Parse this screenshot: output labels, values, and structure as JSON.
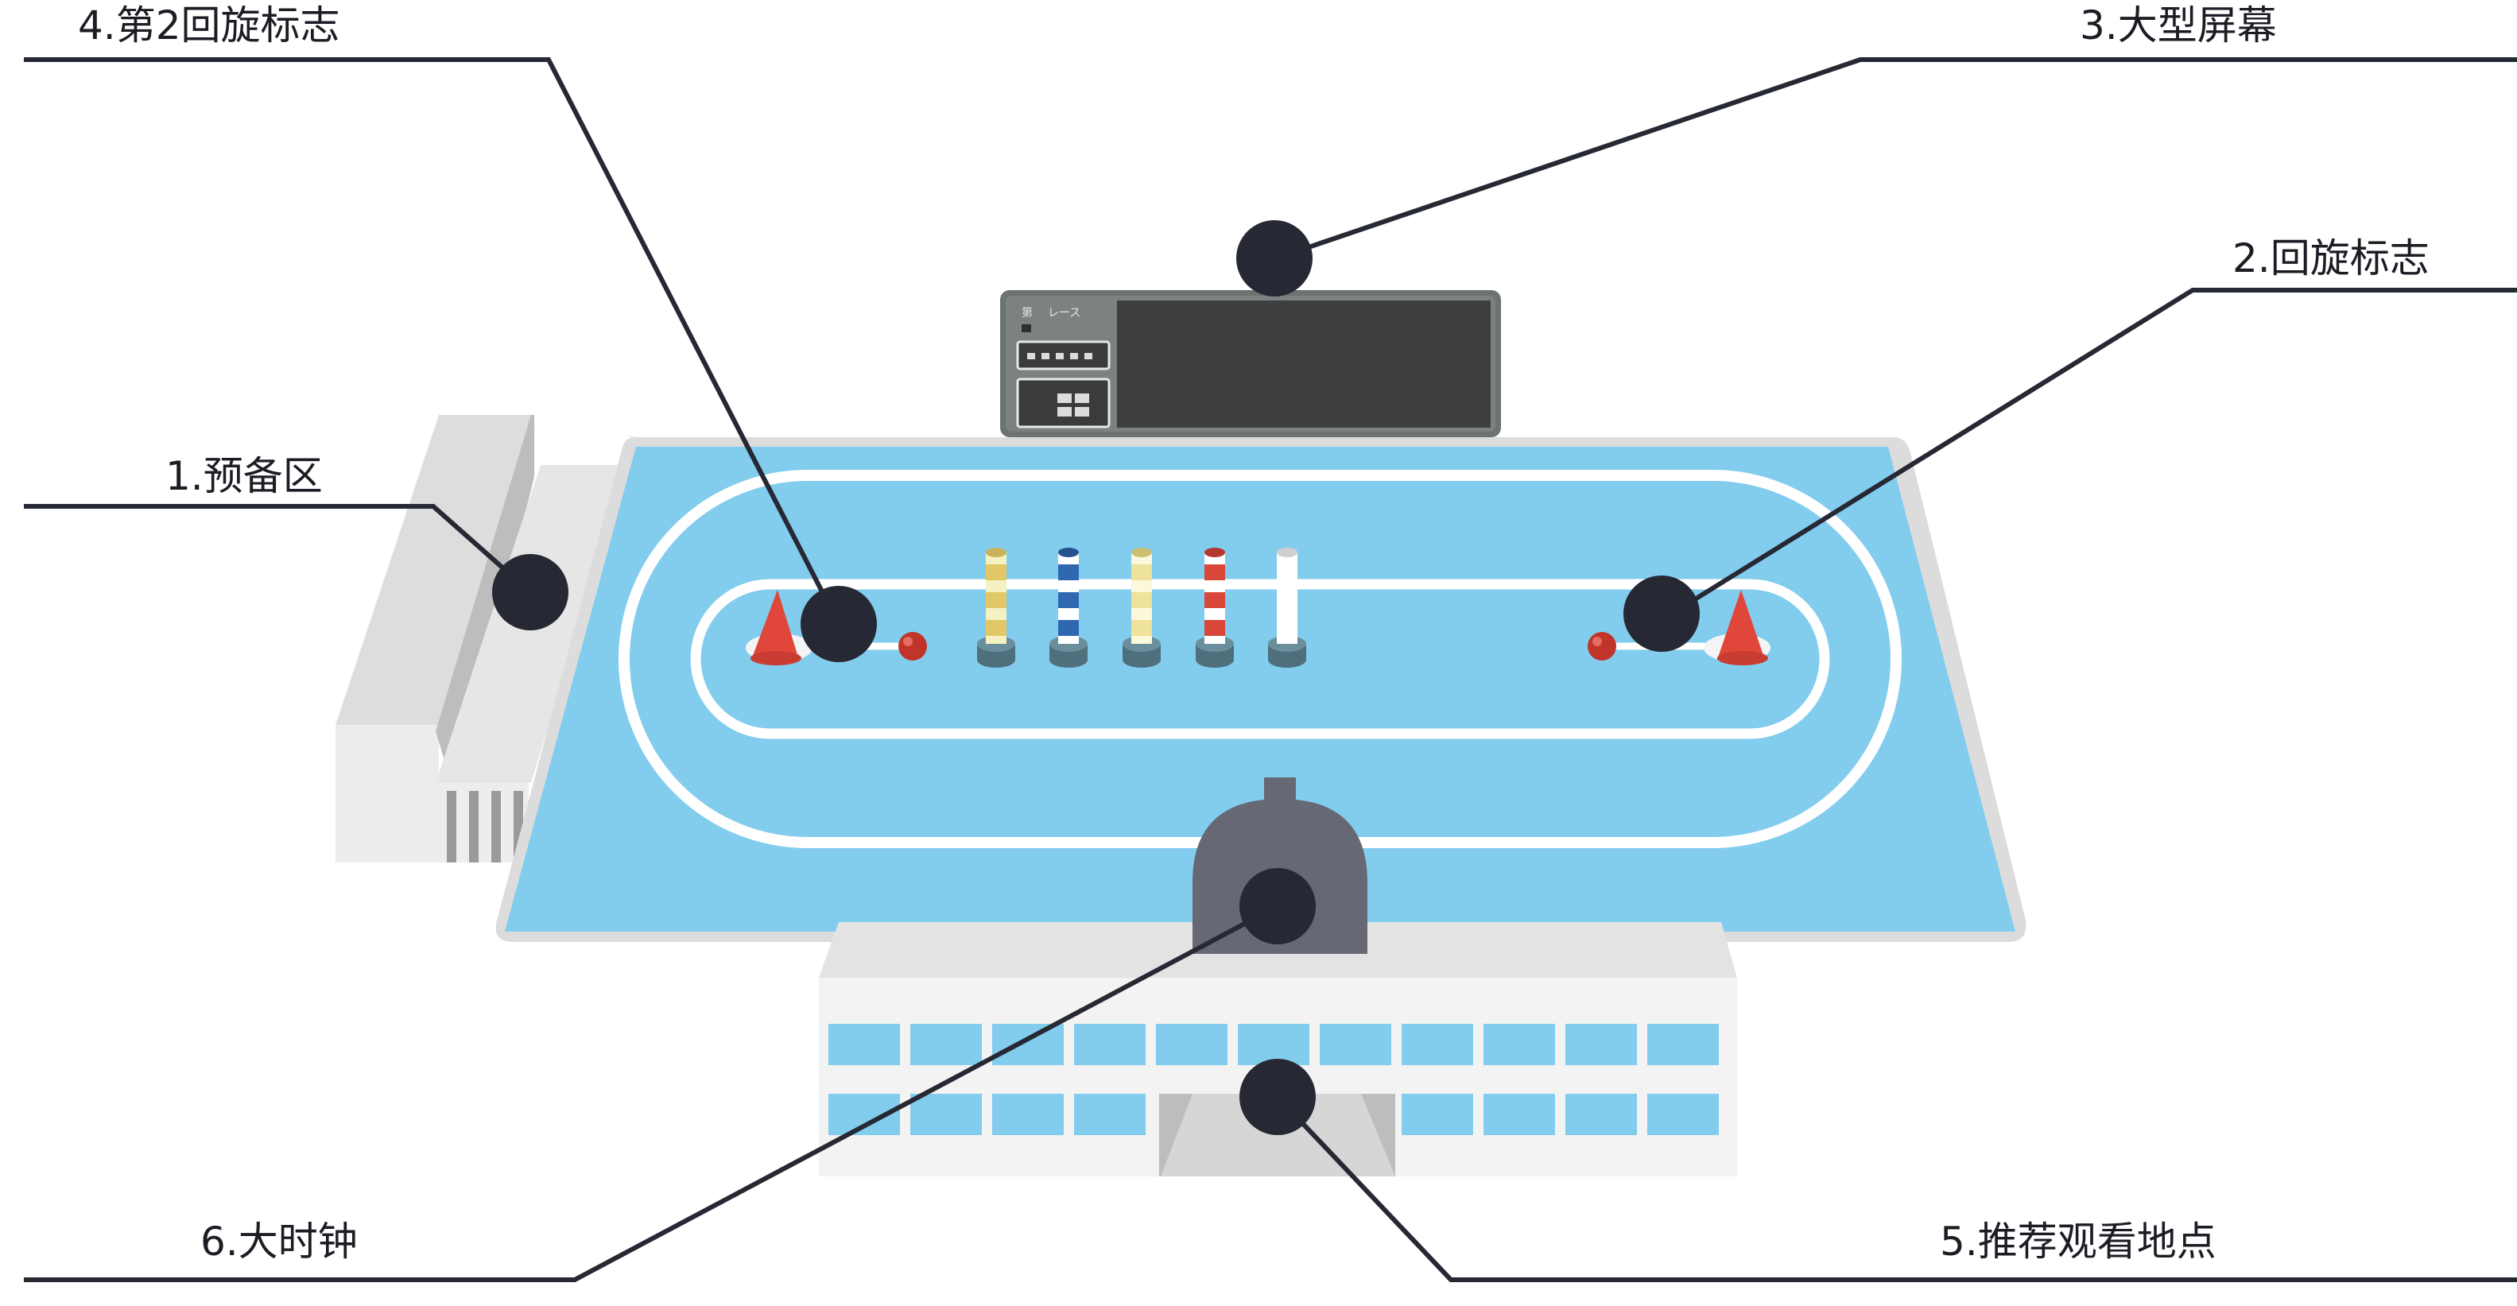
{
  "labels": {
    "waiting_area": "1.预备区",
    "turn_mark": "2.回旋标志",
    "big_screen": "3.大型屏幕",
    "second_turn_mark": "4.第2回旋标志",
    "viewing_spot": "5.推荐观看地点",
    "big_clock": "6.大时钟"
  },
  "screen": {
    "panel_text_1": "第",
    "panel_text_2": "レース"
  },
  "colors": {
    "water": "#82ccee",
    "lane": "#ffffff",
    "marker": "#262833",
    "building_wall": "#f3f3f3",
    "building_roof": "#e3e3e3",
    "window": "#82ccee",
    "screen_frame": "#6d7372",
    "screen_display": "#3e3f41",
    "clock_dome": "#666873",
    "turn_cone": "#e0473a"
  },
  "icons": {
    "marker": "filled-circle",
    "turn_mark": "red-cone",
    "start_poles": "striped-poles"
  }
}
